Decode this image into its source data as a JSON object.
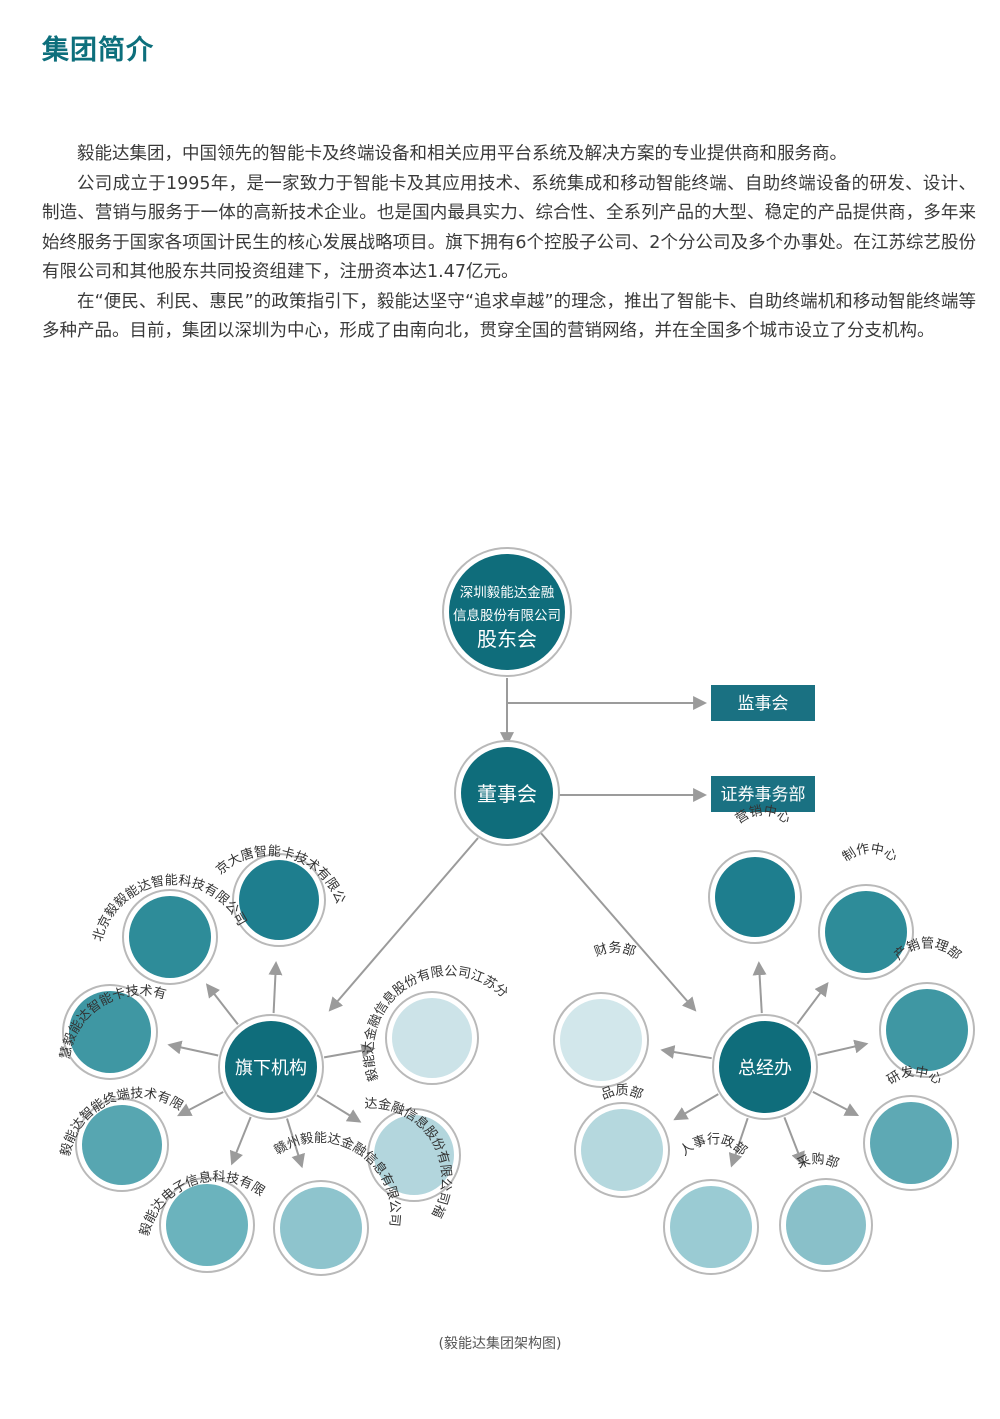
{
  "page": {
    "title": "集团简介",
    "paragraphs": [
      "毅能达集团，中国领先的智能卡及终端设备和相关应用平台系统及解决方案的专业提供商和服务商。",
      "公司成立于1995年，是一家致力于智能卡及其应用技术、系统集成和移动智能终端、自助终端设备的研发、设计、制造、营销与服务于一体的高新技术企业。也是国内最具实力、综合性、全系列产品的大型、稳定的产品提供商，多年来始终服务于国家各项国计民生的核心发展战略项目。旗下拥有6个控股子公司、2个分公司及多个办事处。在江苏综艺股份有限公司和其他股东共同投资组建下，注册资本达1.47亿元。",
      "在“便民、利民、惠民”的政策指引下，毅能达坚守“追求卓越”的理念，推出了智能卡、自助终端机和移动智能终端等多种产品。目前，集团以深圳为中心，形成了由南向北，贯穿全国的营销网络，并在全国多个城市设立了分支机构。"
    ],
    "caption": "(毅能达集团架构图)"
  },
  "colors": {
    "title": "#0d6f7c",
    "node_dark": "#0f6d7b",
    "ring": "#b9b9b9",
    "arrow": "#9b9b9b",
    "box": "#1a7182"
  },
  "org": {
    "top": {
      "line1": "深圳毅能达金融",
      "line2": "信息股份有限公司",
      "line3": "股东会"
    },
    "board": "董事会",
    "supervisors": "监事会",
    "securities": "证券事务部",
    "subsidiaries_hub": "旗下机构",
    "ceo_office": "总经办",
    "subsidiaries": [
      "北京大唐智能卡技术有限公司",
      "北京毅毅能达智能科技有限公司",
      "深圳市慧毅能达智能卡技术有限公司",
      "深圳毅能达智能终端技术有限公司",
      "赣州毅能达电子信息科技有限公司",
      "赣州毅能达金融信息有限公司",
      "深圳毅能达金融信息股份有限公司江苏分公司",
      "深圳毅能达金融信息股份有限公司福建分公司"
    ],
    "departments": [
      "营销中心",
      "制作中心",
      "产销管理部",
      "研发中心",
      "采购部",
      "人事行政部",
      "品质部",
      "财务部"
    ]
  }
}
